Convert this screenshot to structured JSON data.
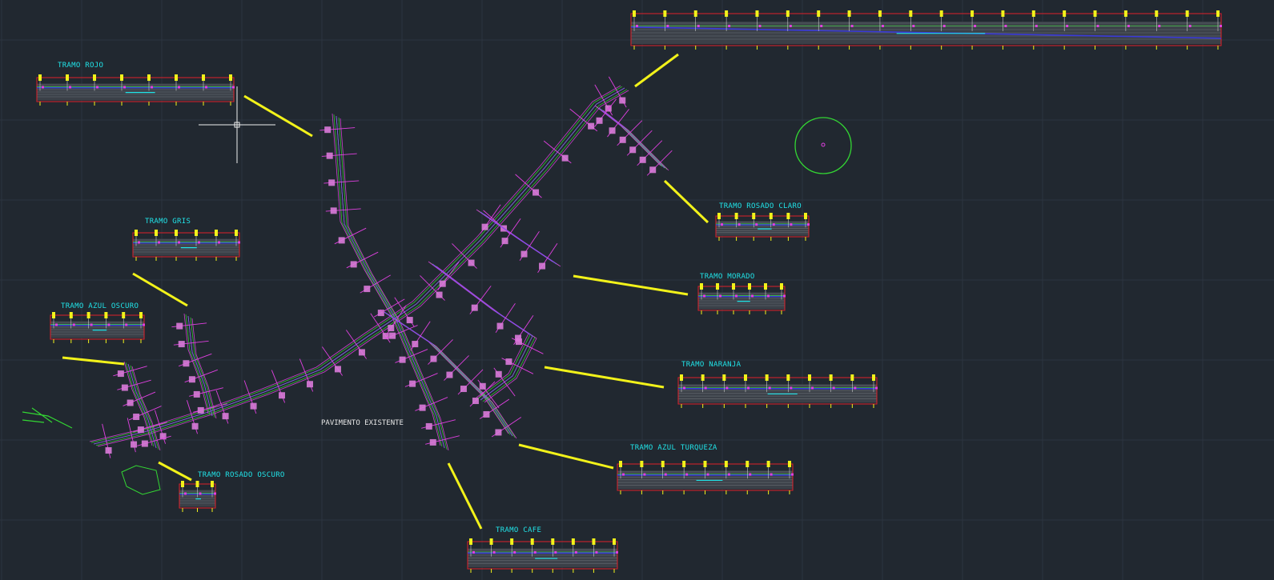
{
  "drawing": {
    "labels": {
      "tramo_rojo": "TRAMO ROJO",
      "tramo_gris": "TRAMO GRIS",
      "tramo_azul_oscuro": "TRAMO AZUL OSCURO",
      "tramo_rosado_claro": "TRAMO ROSADO CLARO",
      "tramo_morado": "TRAMO MORADO",
      "tramo_naranja": "TRAMO NARANJA",
      "tramo_azul_turqueza": "TRAMO AZUL TURQUEZA",
      "tramo_rosado_oscuro": "TRAMO ROSADO OSCURO",
      "tramo_cafe": "TRAMO CAFE",
      "pavimento": "PAVIMENTO EXISTENTE"
    },
    "colors": {
      "background": "#212830",
      "grid": "#2c3540",
      "label": "#21e3e8",
      "leader": "#f2f21a",
      "profile_border": "#e0202a",
      "profile_line": "#3a3ad8",
      "road_green": "#33d633",
      "road_magenta": "#e040e0",
      "cursor": "#f0f0f0"
    }
  }
}
